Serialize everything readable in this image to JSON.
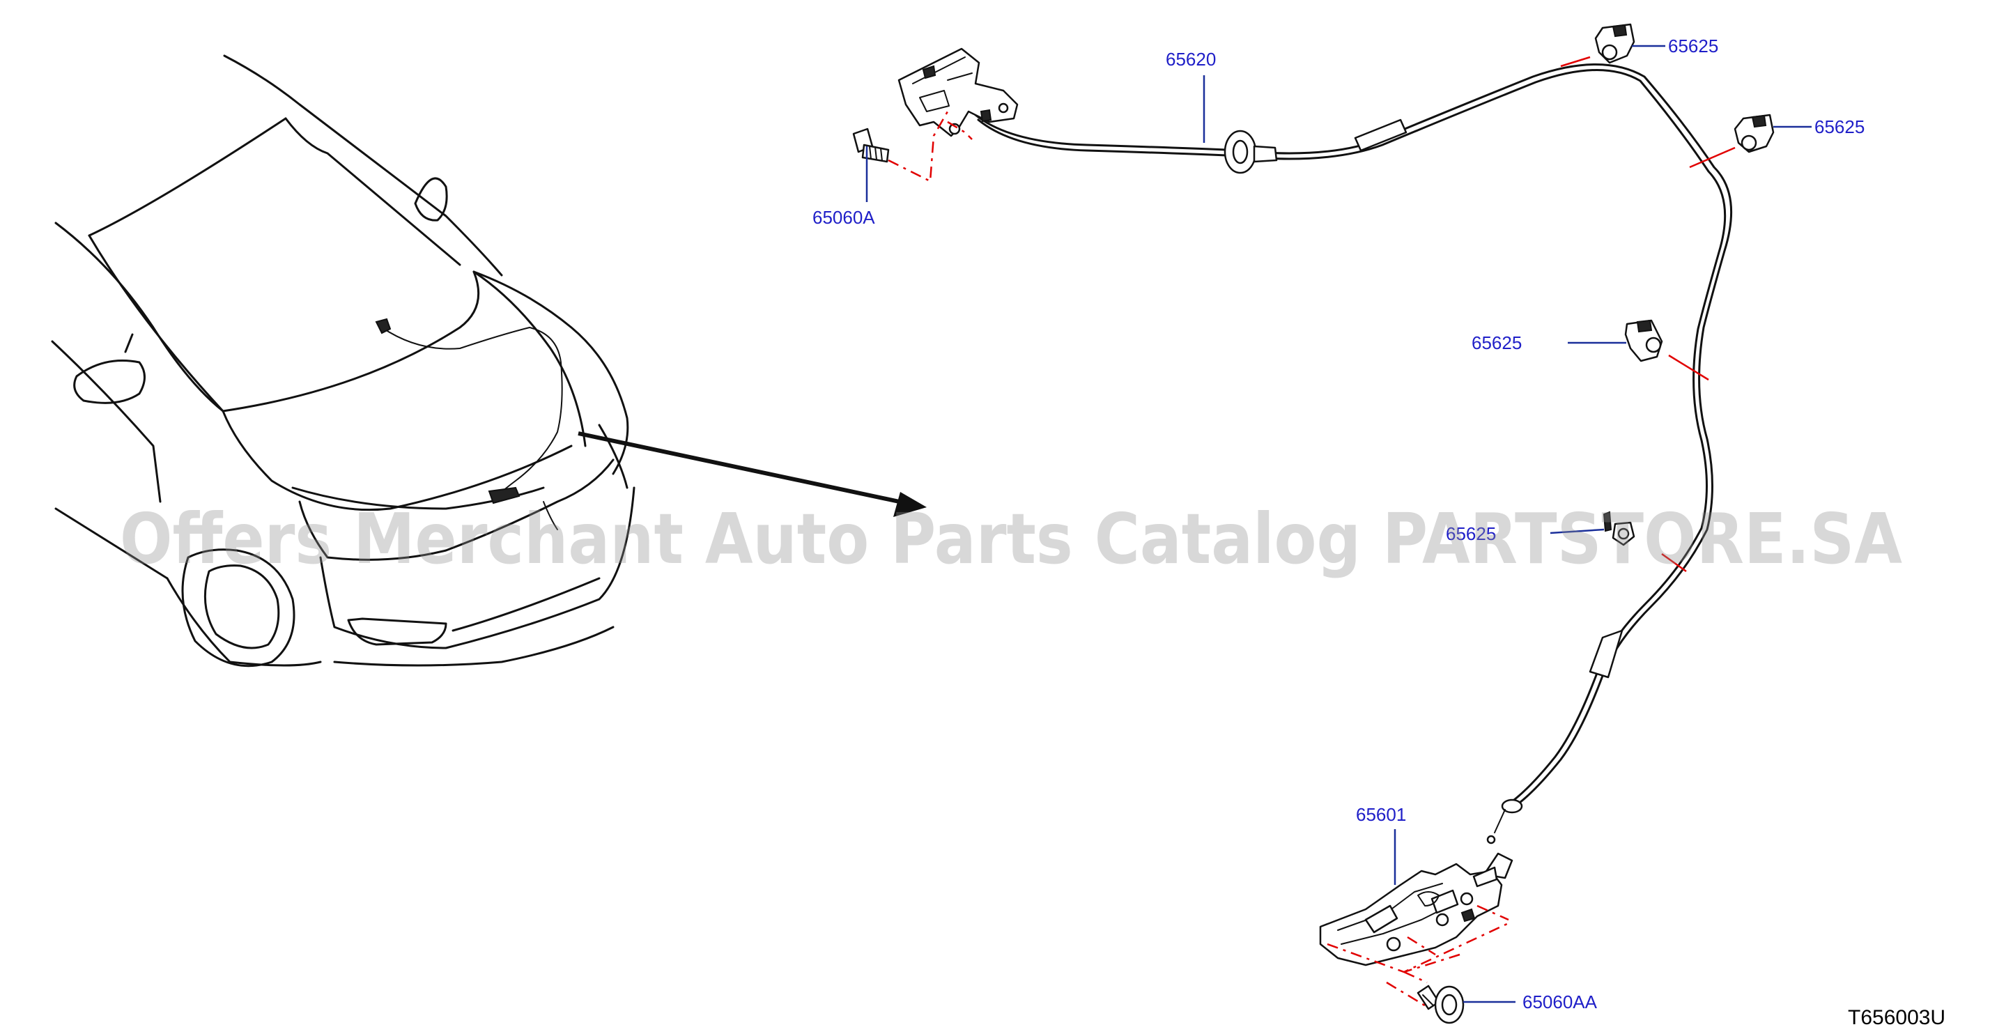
{
  "diagram_code": "T656003U",
  "watermark": "Offers Merchant Auto Parts Catalog PARTSTORE.SA",
  "callouts": [
    {
      "id": "cable",
      "label": "65620"
    },
    {
      "id": "clip_top",
      "label": "65625"
    },
    {
      "id": "clip_right",
      "label": "65625"
    },
    {
      "id": "clip_middle",
      "label": "65625"
    },
    {
      "id": "clip_lower",
      "label": "65625"
    },
    {
      "id": "bolt_top",
      "label": "65060A"
    },
    {
      "id": "latch",
      "label": "65601"
    },
    {
      "id": "bolt_bottom",
      "label": "65060AA"
    }
  ],
  "colors": {
    "callout_text": "#1f1fc8",
    "leader": "#1a2f9a",
    "connector": "#e10000",
    "watermark": "#8e8e8e"
  }
}
